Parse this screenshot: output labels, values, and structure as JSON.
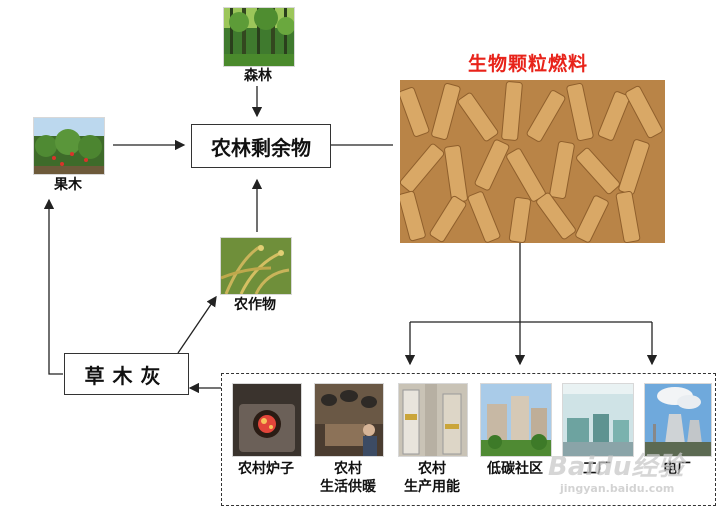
{
  "fuel_title": "生物颗粒燃料",
  "center_box": "农林剩余物",
  "ash_box": "草木灰",
  "sources": {
    "forest": "森林",
    "fruit": "果木",
    "crops": "农作物"
  },
  "uses": [
    {
      "line1": "农村炉子",
      "line2": ""
    },
    {
      "line1": "农村",
      "line2": "生活供暖"
    },
    {
      "line1": "农村",
      "line2": "生产用能"
    },
    {
      "line1": "低碳社区",
      "line2": ""
    },
    {
      "line1": "工厂",
      "line2": ""
    },
    {
      "line1": "电厂",
      "line2": ""
    }
  ],
  "watermark": {
    "brand": "Baidu经验",
    "url": "jingyan.baidu.com"
  }
}
